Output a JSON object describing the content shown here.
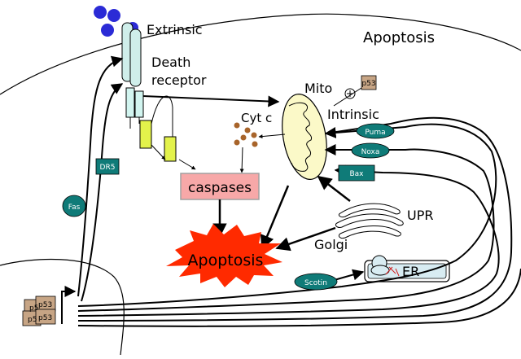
{
  "labels": {
    "extrinsic": "Extrinsic",
    "apoptosis_title": "Apoptosis",
    "death_receptor_1": "Death",
    "death_receptor_2": "receptor",
    "mito": "Mito",
    "intrinsic": "Intrinsic",
    "cyt_c": "Cyt c",
    "caspases": "caspases",
    "apoptosis_burst": "Apoptosis",
    "upr": "UPR",
    "golgi": "Golgi",
    "er": "ER"
  },
  "badges": {
    "p53_mito": "p53",
    "puma": "Puma",
    "noxa": "Noxa",
    "bax": "Bax",
    "dr5": "DR5",
    "fas": "Fas",
    "scotin": "Scotin",
    "p53_tiles": [
      "p5",
      "p53",
      "p5",
      "p53"
    ]
  },
  "colors": {
    "teal": "#0f7b78",
    "ligand": "#2b2bd6",
    "receptor": "#cfeeea",
    "receptor_arm": "#d2f5f0",
    "death_domain": "#e3f24b",
    "caspases_box": "#f7a8a8",
    "mito_fill": "#fbf9c8",
    "burst": "#ff2a00",
    "p53_box": "#c7a585",
    "cytc_dots": "#a8642a",
    "er_fill": "#d8ecf2"
  }
}
